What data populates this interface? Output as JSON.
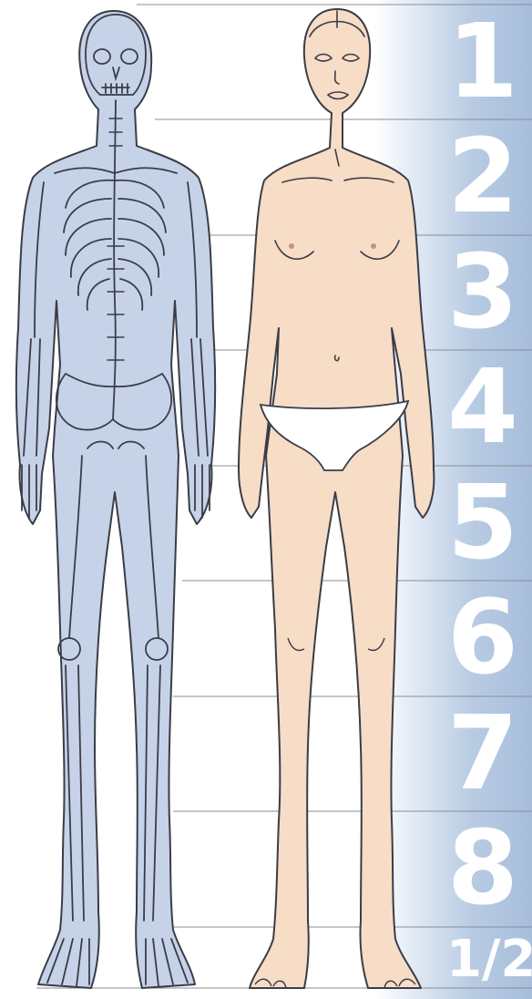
{
  "scale": {
    "units": [
      "1",
      "2",
      "3",
      "4",
      "5",
      "6",
      "7",
      "8"
    ],
    "fraction": "1/2"
  },
  "colors": {
    "skeleton_fill": "#c6d2e8",
    "skin_fill": "#f7dcc6",
    "outline": "#3a3d47",
    "scale_band": "#a7bedb",
    "guide_line": "#8c8c96"
  }
}
